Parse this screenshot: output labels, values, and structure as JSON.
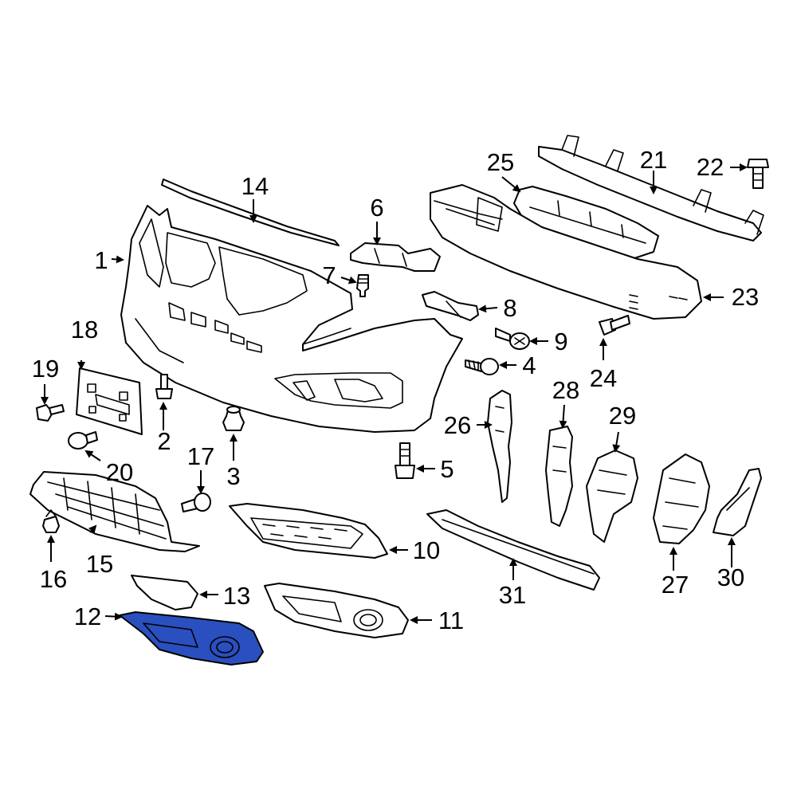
{
  "highlight_color": "#2a4fbf",
  "highlighted_part": "12",
  "callouts": {
    "c1": "1",
    "c2": "2",
    "c3": "3",
    "c4": "4",
    "c5": "5",
    "c6": "6",
    "c7": "7",
    "c8": "8",
    "c9": "9",
    "c10": "10",
    "c11": "11",
    "c12": "12",
    "c13": "13",
    "c14": "14",
    "c15": "15",
    "c16": "16",
    "c17": "17",
    "c18": "18",
    "c19": "19",
    "c20": "20",
    "c21": "21",
    "c22": "22",
    "c23": "23",
    "c24": "24",
    "c25": "25",
    "c26": "26",
    "c27": "27",
    "c28": "28",
    "c29": "29",
    "c30": "30",
    "c31": "31"
  }
}
